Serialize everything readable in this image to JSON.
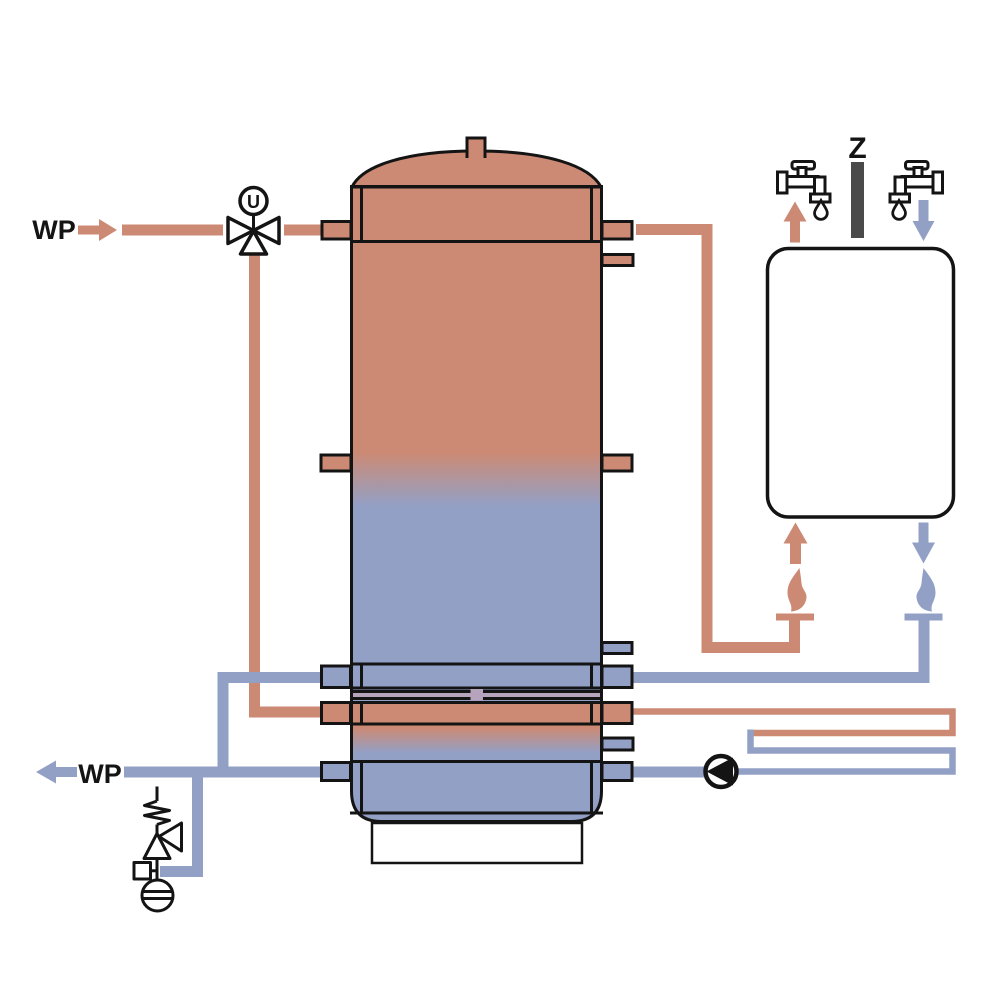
{
  "labels": {
    "heat_pump_flow": "WP",
    "heat_pump_return": "WP",
    "circulation": "Z",
    "valve_actuator": "U"
  },
  "colors": {
    "hot": "#cc8a75",
    "cold": "#93a0c6",
    "bar": "#4a4a4a",
    "outline": "#141414",
    "white": "#ffffff",
    "blend": "#b5a4bb"
  },
  "icons": {
    "mixing_valve": "three-way-valve-icon",
    "actuator": "actuator-circle-icon",
    "tap_left": "tap-icon",
    "tap_right": "tap-icon-mirrored",
    "droplet_left": "droplet-icon",
    "droplet_right": "droplet-icon",
    "flame_hot": "flame-icon",
    "flame_cold": "flame-icon",
    "pump": "pump-icon",
    "safety_valve": "safety-valve-icon",
    "drain_vessel": "drain-vessel-icon",
    "arrow_hot_in": "arrow-right-icon",
    "arrow_cold_out": "arrow-left-icon",
    "arrow_dhw_up": "arrow-up-icon",
    "arrow_cw_down": "arrow-down-icon"
  }
}
